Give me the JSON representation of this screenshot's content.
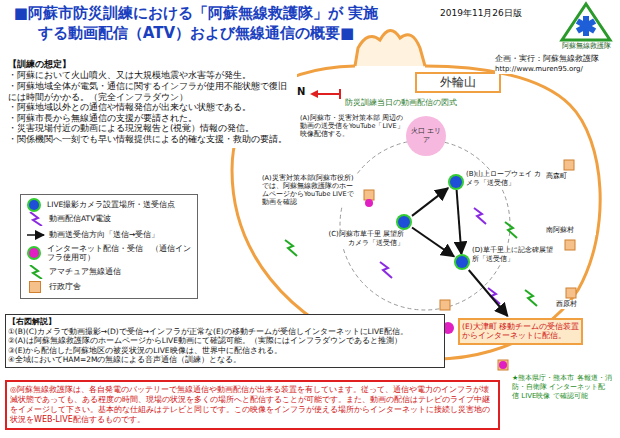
{
  "diagram": {
    "title": "■阿蘇市防災訓練における「阿蘇無線救護隊」が 実施する動画配信（ATV）および無線通信の概要■",
    "nodes": [
      {
        "text": [
          "【訓練の想定】",
          "・阿蘇において火山噴火、又は大規模地震や水害等が発生。",
          "・阿蘇地域全体が電気・通信に関するインフラが使用不能状態で復旧には時間がかかる。（完全インフラダウン）",
          "・阿蘇地域以外との通信や情報発信が出来ない状態である。",
          "・阿蘇市長から無線通信の支援が要請された。",
          "・災害現場付近の動画による現況報告と(視覚）情報の発信。",
          "・関係機関へ一刻でも早い情報提供による的確な支援・救助の要請。"
        ]
      },
      {
        "text": [
          "外輪山"
        ]
      },
      {
        "text": [
          "火口 エリア"
        ]
      },
      {
        "text": [
          "(B)山上ロープウェイ カメラ「送受信」"
        ]
      },
      {
        "text": [
          "(C)阿蘇市草千里 展望所 カメラ「送受信」"
        ]
      },
      {
        "text": [
          "(D)草千里上に記念碑展望所「送受信」"
        ]
      },
      {
        "text": [
          "(E)大津町 移動チームの受信装置からインターネットに配信。"
        ]
      },
      {
        "text": [
          "【右図解説】",
          "①(B)(C)カメラで動画撮影→(D)で受信→インフラが正常な(E)の移動チームが受信しインターネットにLIVE配信。",
          "②(A)は阿蘇無線救護隊のホームページからLIVE動画にて確認可能。（実際にはインフラダウンであると推測）",
          "③(E)から配信した阿蘇地区の被災状況のLIVE映像は、世界中に配信される。",
          "④全域においてHAM=2Mの無線による音声通信（訓練）となる。"
        ]
      },
      {
        "text": [
          "◎阿蘇無線救護隊は、各自発電のバッテリーで無線通信や動画配信が出来る装置を有しています。従って、通信や電力のインフラが壊滅状態であっても、ある程度の時間、現場の状況を多くの場所へと配信することが可能です。また、動画の配信はテレビのライブ中継をイメージして下さい。基本的な仕組みはテレビと同じです。この映像をインフラが使える場所からインターネットに接続し災害地の状況をWEB-LIVE配信するものです。"
        ]
      }
    ],
    "edges": [
      {
        "from": 4,
        "to": 3,
        "arrow": "to"
      },
      {
        "from": 4,
        "to": 5,
        "arrow": "to"
      },
      {
        "from": 3,
        "to": 5,
        "arrow": "to"
      },
      {
        "from": 5,
        "to": 6,
        "arrow": "to"
      }
    ],
    "labels": [
      "2019年11月26日版",
      "阿蘇無線救護隊",
      "企画・実行：阿蘇無線救護隊",
      "http://www.muren95.org/",
      "N",
      "防災訓練当日の動画配信の図式",
      "(A)阿蘇市・災害対策本部 周辺の動画の送受信をYouTube「LIVE」映像配信する。",
      "(A)災害対策本部(阿蘇市役所)では、阿蘇無線救護隊のホームページからYouTube LIVEで動画を確認",
      "高森町",
      "南阿蘇村",
      "西原村",
      "★熊本県庁・熊本市 各報道・消防・自衛隊 インターネット配信 LIVE映像 で確認可能"
    ],
    "legend": [
      {
        "text": "LIVE撮影カメラ設置場所・送受信点",
        "color": "#1e4fd8"
      },
      {
        "text": "動画配信ATV電波"
      },
      {
        "text": "動画送受信方向「送信→受信」"
      },
      {
        "text": "インターネット配信・受信　（通信インフラ使用可）",
        "color": "#e020c0"
      },
      {
        "text": "アマチュア無線通信"
      },
      {
        "text": "行政庁舎",
        "color": "#f5c08a"
      }
    ]
  }
}
